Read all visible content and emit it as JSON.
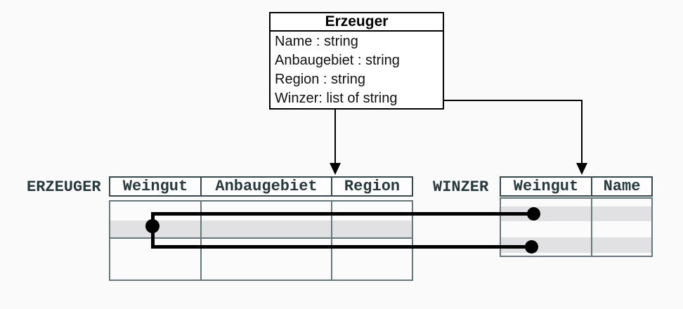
{
  "diagram": {
    "class_box": {
      "title": "Erzeuger",
      "attributes": [
        "Name : string",
        "Anbaugebiet : string",
        "Region : string",
        "Winzer: list of string"
      ]
    },
    "tables": [
      {
        "label": "ERZEUGER",
        "columns": [
          "Weingut",
          "Anbaugebiet",
          "Region"
        ]
      },
      {
        "label": "WINZER",
        "columns": [
          "Weingut",
          "Name"
        ]
      }
    ],
    "icons": {
      "arrowhead_down": "css-triangle-down",
      "connection_dot": "css-filled-circle"
    },
    "colors": {
      "background": "#fafafa",
      "class_box_border": "#000000",
      "header_border": "#37474a",
      "body_border": "#66787a",
      "header_text": "#27393c",
      "row_shade": "#e1e1e4",
      "connector": "#000000"
    }
  }
}
